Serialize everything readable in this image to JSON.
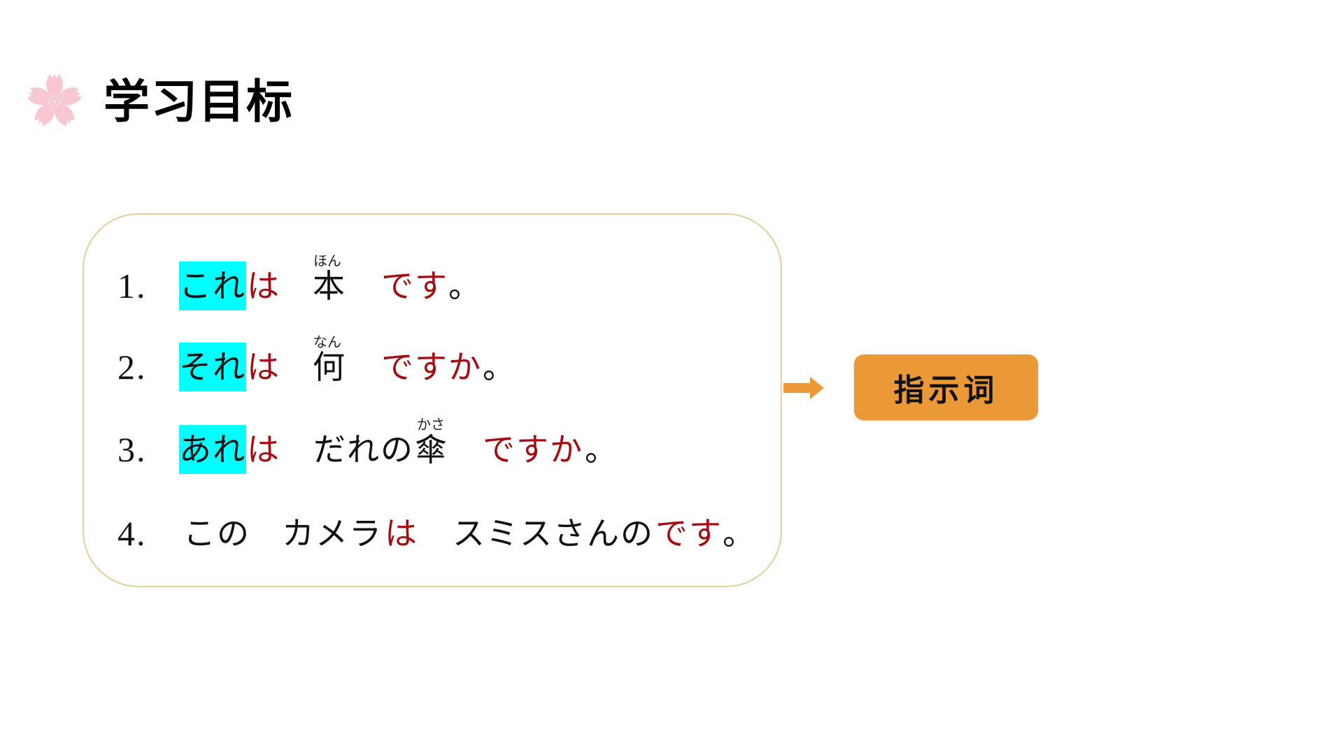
{
  "header": {
    "icon": "sakura-flower-icon",
    "title": "学习目标"
  },
  "colors": {
    "highlight": "#00ffff",
    "particle_red": "#a50d14",
    "tag_orange": "#ea9936",
    "panel_border": "#e3cf9a",
    "flower_pink": "#f8c8d2"
  },
  "sentences": [
    {
      "number": "1.",
      "demonstrative": "これ",
      "particle": "は",
      "noun": "本",
      "noun_reading": "ほん",
      "ending": "です",
      "punct": "。"
    },
    {
      "number": "2.",
      "demonstrative": "それ",
      "particle": "は",
      "noun": "何",
      "noun_reading": "なん",
      "ending": "ですか",
      "punct": "。"
    },
    {
      "number": "3.",
      "demonstrative": "あれ",
      "particle": "は",
      "noun_prefix": "だれの",
      "noun": "傘",
      "noun_reading": "かさ",
      "ending": "ですか",
      "punct": "。"
    },
    {
      "number": "4.",
      "determiner": "この",
      "subject": "カメラ",
      "particle": "は",
      "predicate": "スミスさんの",
      "ending": "です",
      "punct": "。"
    }
  ],
  "connector": {
    "icon": "arrow-right-icon"
  },
  "tag": {
    "label": "指示词"
  }
}
